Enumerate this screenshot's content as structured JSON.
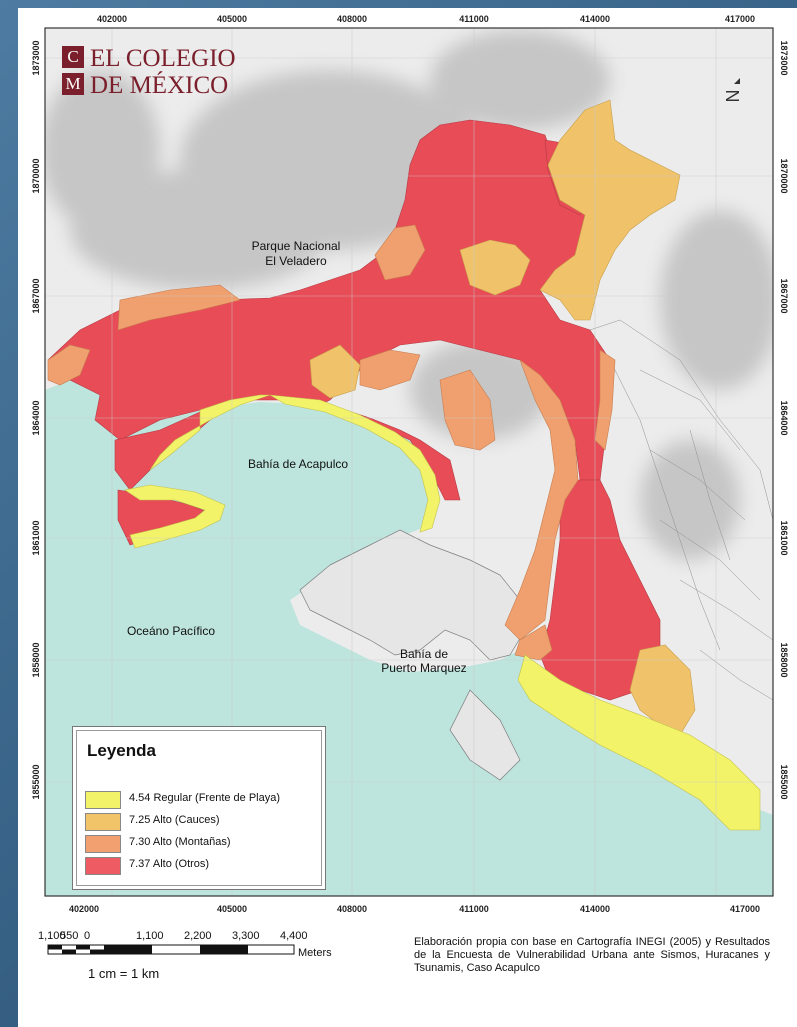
{
  "logo": {
    "box1": "C",
    "box2": "M",
    "line1": "EL COLEGIO",
    "line2": "DE MÉXICO"
  },
  "x_ticks_top": [
    "402000",
    "405000",
    "408000",
    "411000",
    "414000",
    "417000"
  ],
  "x_ticks_bottom": [
    "402000",
    "405000",
    "408000",
    "411000",
    "414000",
    "417000"
  ],
  "y_ticks_left": [
    "1873000",
    "1870000",
    "1867000",
    "1864000",
    "1861000",
    "1858000",
    "1855000"
  ],
  "y_ticks_right": [
    "1873000",
    "1870000",
    "1867000",
    "1864000",
    "1861000",
    "1858000",
    "1855000"
  ],
  "places": {
    "parque1": "Parque Nacional",
    "parque2": "El Veladero",
    "bahia_acapulco": "Bahía de Acapulco",
    "oceano": "Oceáno Pacífico",
    "bahia_pm1": "Bahía de",
    "bahia_pm2": "Puerto Marquez"
  },
  "north_symbol": "N",
  "legend": {
    "title": "Leyenda",
    "items": [
      {
        "label": "4.54 Regular (Frente de Playa)",
        "color": "#f3f36a"
      },
      {
        "label": "7.25 Alto (Cauces)",
        "color": "#f2c46a"
      },
      {
        "label": "7.30 Alto (Montañas)",
        "color": "#f2a070"
      },
      {
        "label": "7.37 Alto (Otros)",
        "color": "#ef5b63"
      }
    ]
  },
  "scale": {
    "labels": [
      "1,100",
      "550",
      "0",
      "1,100",
      "2,200",
      "3,300",
      "4,400"
    ],
    "units": "Meters",
    "ratio": "1 cm = 1 km"
  },
  "credits": "Elaboración propia con base en Cartografía INEGI (2005) y Resultados de la Encuesta de Vulnerabilidad Urbana ante Sismos, Huracanes y Tsunamis, Caso Acapulco",
  "colors": {
    "sea": "#b9e3dc",
    "land": "#e9e9e9",
    "mountain": "#c9c9c9",
    "red": "#e84c57",
    "orange": "#f0a06e",
    "amber": "#f0c36b",
    "yellow": "#f3f36a"
  }
}
